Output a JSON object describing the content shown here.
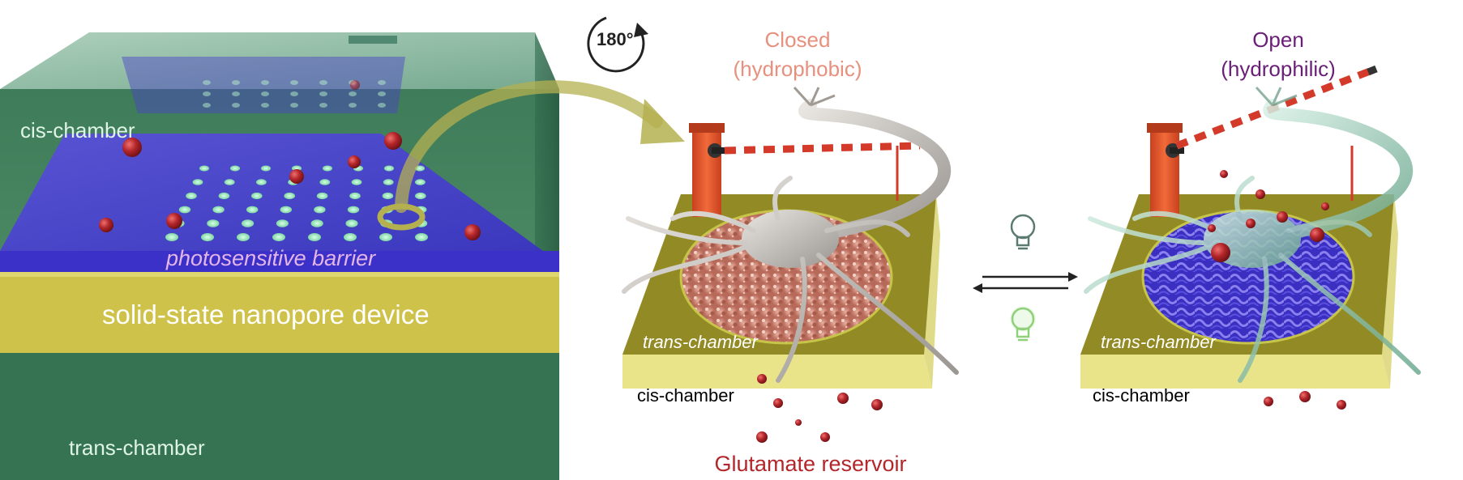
{
  "left_panel": {
    "cis_label": "cis-chamber",
    "barrier_label": "photosensitive barrier",
    "device_label": "solid-state nanopore device",
    "trans_label": "trans-chamber"
  },
  "rotation_label": "180°",
  "closed_state": {
    "line1": "Closed",
    "line2": "(hydrophobic)",
    "color": "#e8907e",
    "trans_label": "trans-chamber",
    "cis_label": "cis-chamber"
  },
  "open_state": {
    "line1": "Open",
    "line2": "(hydrophilic)",
    "color": "#6a1e78",
    "trans_label": "trans-chamber",
    "cis_label": "cis-chamber"
  },
  "reservoir_label": "Glutamate reservoir",
  "colors": {
    "chamber_green": "#3d7a55",
    "barrier_blue": "#4a3fd8",
    "device_yellow": "#cfc24a",
    "platform_olive": "#8a8220",
    "glutamate_red": "#b3262a",
    "reservoir_text": "#b3262a",
    "gate_orange": "#e0552a"
  },
  "icons": {
    "rotation": "rotate-180-icon",
    "light_off": "lightbulb-outline-icon",
    "light_on": "lightbulb-glow-icon",
    "equilibrium": "equilibrium-arrows-icon"
  }
}
